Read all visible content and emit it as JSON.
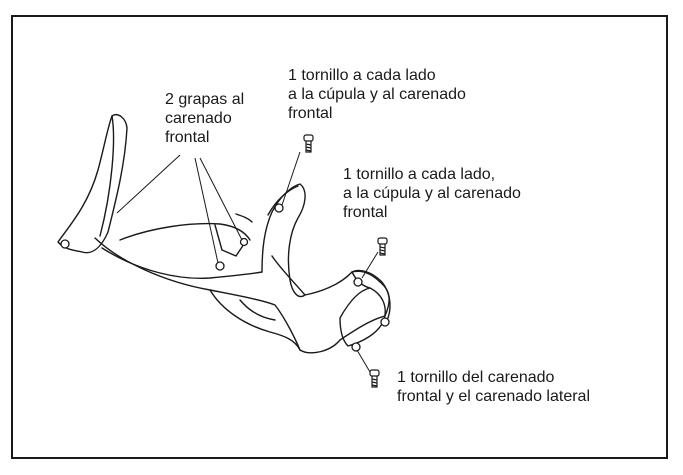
{
  "callouts": {
    "grapas": {
      "lines": [
        "2 grapas al",
        "carenado",
        "frontal"
      ]
    },
    "tornillo_cupula_superior": {
      "lines": [
        "1 tornillo a cada lado",
        "a la cúpula y al carenado",
        "frontal"
      ]
    },
    "tornillo_cupula_lateral": {
      "lines": [
        "1 tornillo a cada lado,",
        "a la cúpula y al carenado",
        "frontal"
      ]
    },
    "tornillo_carenado_lateral": {
      "lines": [
        "1 tornillo del carenado",
        "frontal y el carenado lateral"
      ]
    }
  }
}
